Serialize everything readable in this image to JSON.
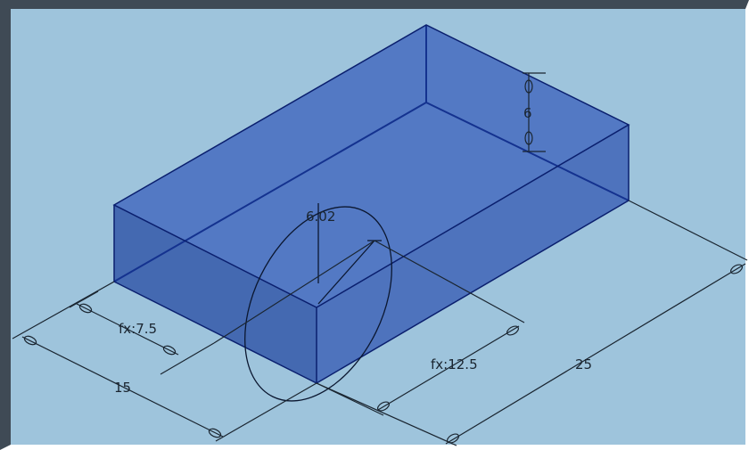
{
  "viewport": {
    "background_color": "#9ec4dc",
    "frame_color": "#3f4a55"
  },
  "model": {
    "face_top_color": "#4f75c2",
    "face_left_color": "#3f64ae",
    "face_right_color": "#4a6fbb",
    "edge_color": "#0a1f6e",
    "hidden_edge_color": "#14328f"
  },
  "dimensions": {
    "width_label": "15",
    "length_label": "25",
    "offset_x_label": "fx:7.5",
    "offset_y_label": "fx:12.5",
    "diameter_label": "6.02",
    "height_label": "6"
  }
}
